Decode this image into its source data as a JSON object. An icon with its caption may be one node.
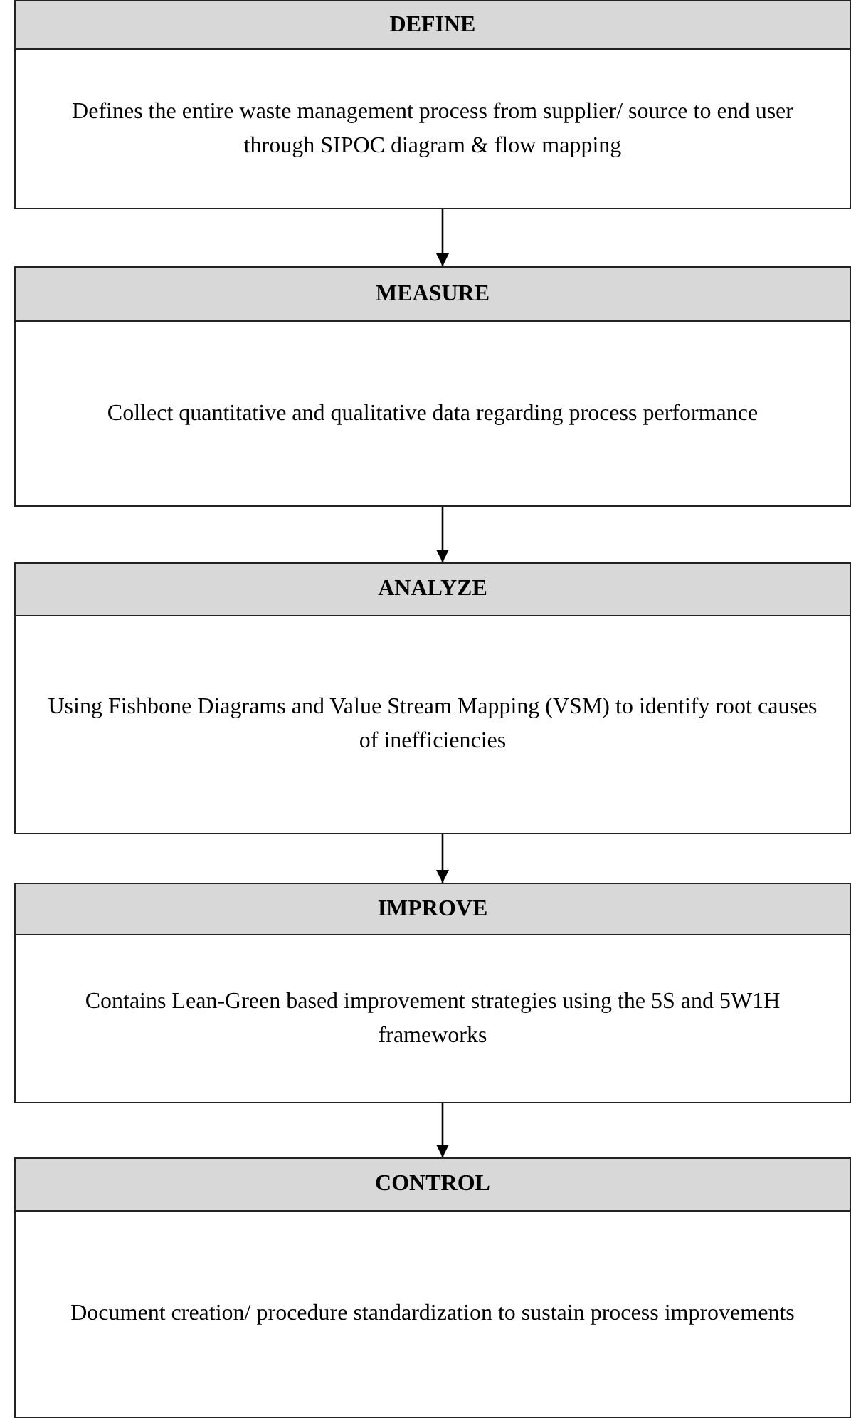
{
  "diagram": {
    "nodes": [
      {
        "text": [
          "DEFINE",
          "Defines the entire waste management process from supplier/ source to end user through SIPOC diagram & flow mapping"
        ]
      },
      {
        "text": [
          "MEASURE",
          "Collect quantitative and qualitative data regarding process performance"
        ]
      },
      {
        "text": [
          "ANALYZE",
          "Using Fishbone Diagrams and Value Stream Mapping (VSM) to identify root causes of inefficiencies"
        ]
      },
      {
        "text": [
          "IMPROVE",
          "Contains Lean-Green based improvement strategies using the 5S and 5W1H frameworks"
        ]
      },
      {
        "text": [
          "CONTROL",
          "Document creation/ procedure standardization to sustain process improvements"
        ]
      }
    ],
    "edges": [
      {
        "from": 0,
        "to": 1,
        "arrow": "to"
      },
      {
        "from": 1,
        "to": 2,
        "arrow": "to"
      },
      {
        "from": 2,
        "to": 3,
        "arrow": "to"
      },
      {
        "from": 3,
        "to": 4,
        "arrow": "to"
      }
    ]
  }
}
